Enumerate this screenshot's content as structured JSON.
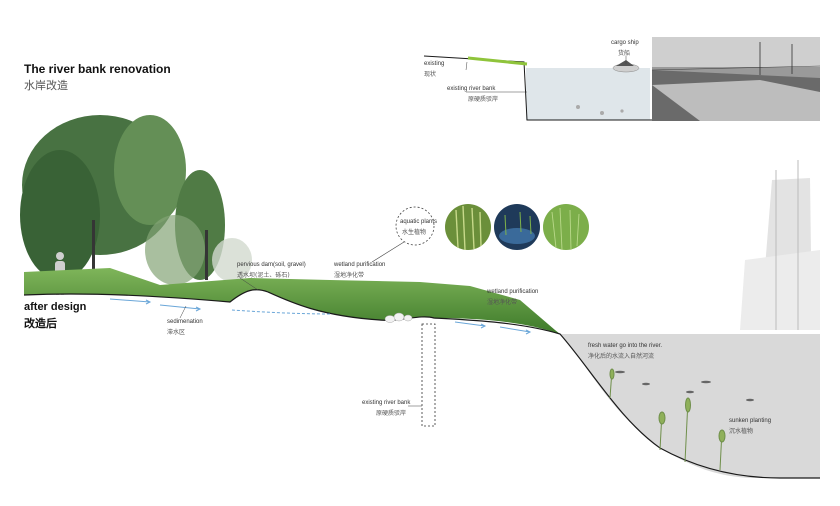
{
  "title": {
    "en": "The river bank renovation",
    "cn": "水岸改造"
  },
  "after_design": {
    "en": "after design",
    "cn": "改造后"
  },
  "existing_section": {
    "existing": {
      "en": "existing",
      "cn": "现状"
    },
    "existing_river_bank": {
      "en": "existing river bank",
      "cn": "原硬质驳岸"
    },
    "cargo_ship": {
      "en": "cargo ship",
      "cn": "货船"
    }
  },
  "labels": {
    "pervious_dam": {
      "en": "pervious dam(soil, gravel)",
      "cn": "透水坝(泥土、砾石)"
    },
    "wetland_purification_1": {
      "en": "wetland purification",
      "cn": "湿地净化带"
    },
    "aquatic_plants": {
      "en": "aquatic plants",
      "cn": "水生植物"
    },
    "wetland_purification_2": {
      "en": "wetland purification",
      "cn": "湿地净化带"
    },
    "sedimentation": {
      "en": "sedimenation",
      "cn": "滞水区"
    },
    "existing_river_bank": {
      "en": "existing river bank",
      "cn": "原硬质驳岸"
    },
    "fresh_water": {
      "en": "fresh water go into the river.",
      "cn": "净化后的水流入自然河流"
    },
    "sunken_planting": {
      "en": "sunken planting",
      "cn": "沉水植物"
    }
  },
  "colors": {
    "water": "#d9d9d9",
    "grass": "#5f9a3c",
    "trees": "#3f6b38",
    "ground_line": "#1a1a1a",
    "flow_arrow": "#6aa6d8",
    "rail_green": "#8fc43b"
  }
}
